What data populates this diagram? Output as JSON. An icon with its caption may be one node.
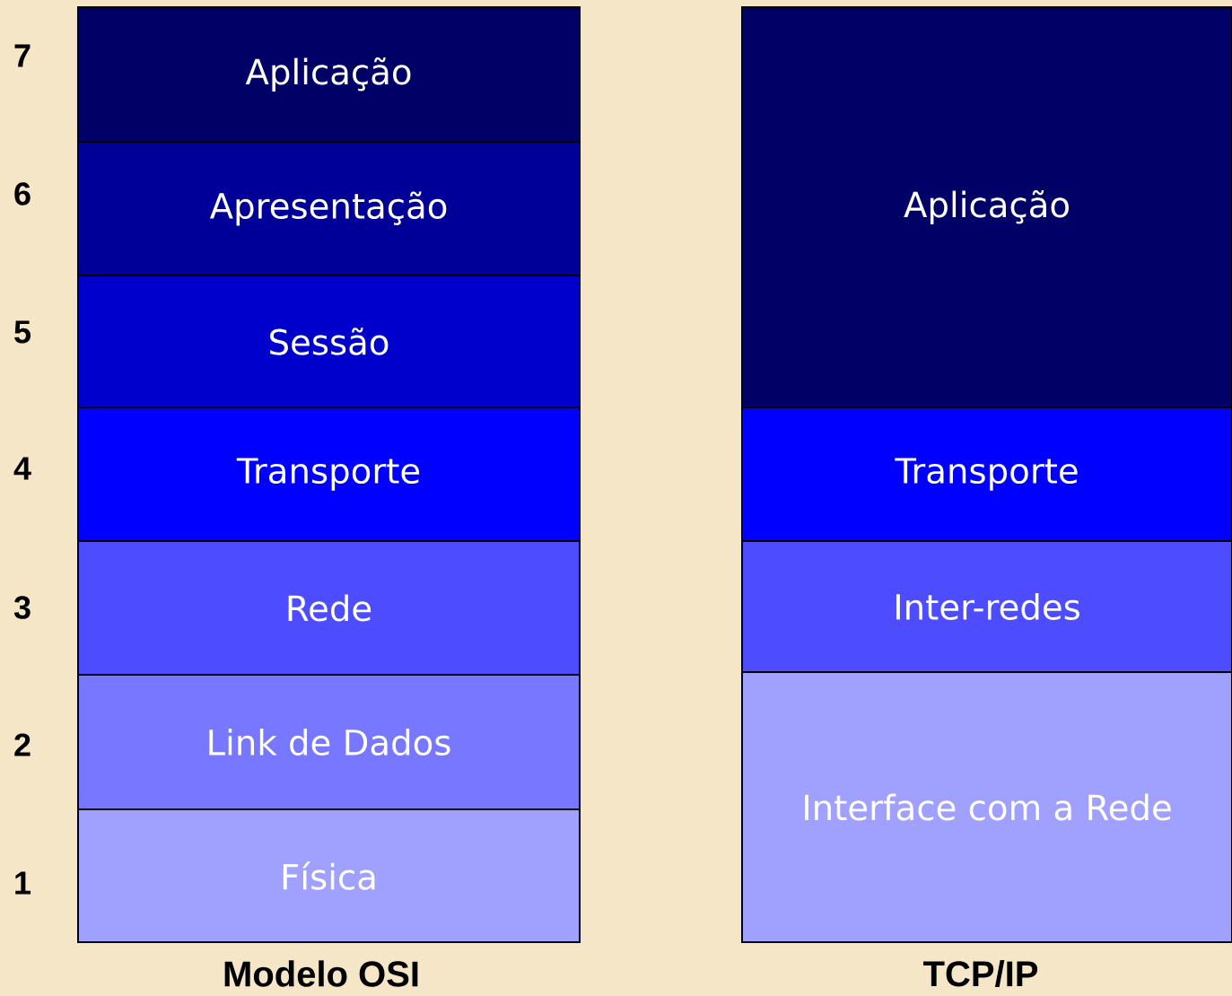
{
  "diagram": {
    "nodes": [
      {
        "text": [
          "Aplicação"
        ]
      },
      {
        "text": [
          "Apresentação"
        ]
      },
      {
        "text": [
          "Sessão"
        ]
      },
      {
        "text": [
          "Transporte"
        ]
      },
      {
        "text": [
          "Rede"
        ]
      },
      {
        "text": [
          "Link de Dados"
        ]
      },
      {
        "text": [
          "Física"
        ]
      },
      {
        "text": [
          "Aplicação"
        ]
      },
      {
        "text": [
          "Transporte"
        ]
      },
      {
        "text": [
          "Inter-redes"
        ]
      },
      {
        "text": [
          "Interface com a Rede"
        ]
      }
    ],
    "labels": [
      "7",
      "6",
      "5",
      "4",
      "3",
      "2",
      "1",
      "Modelo OSI",
      "TCP/IP"
    ]
  }
}
